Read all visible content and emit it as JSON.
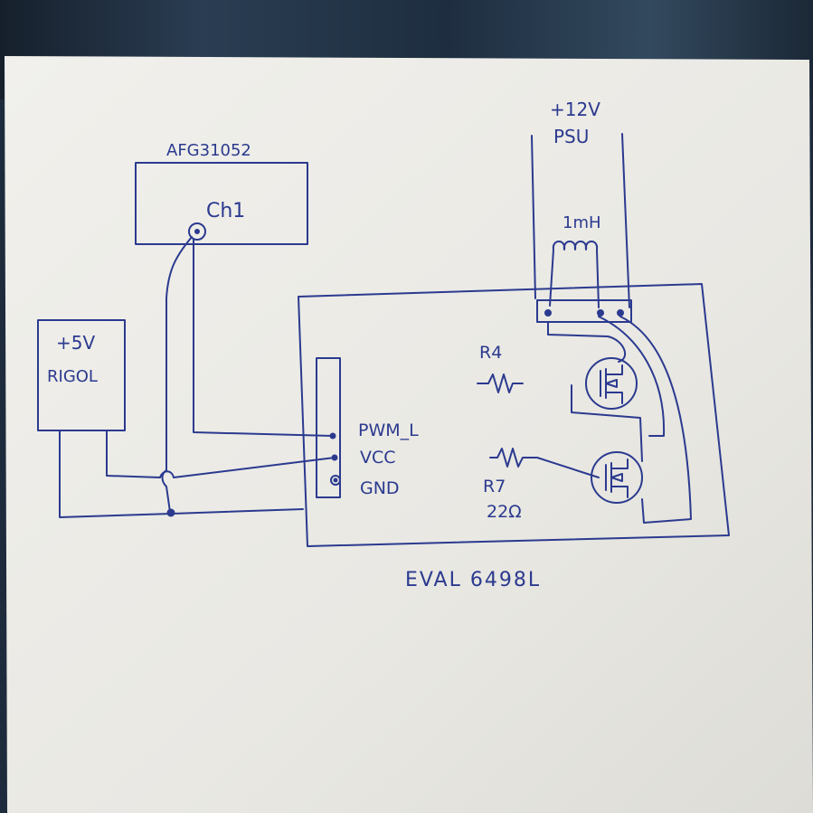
{
  "diagram": {
    "ink_color": "#2b3a8f",
    "paper_color": "#efeeea",
    "labels": {
      "generator": "AFG31052",
      "channel": "Ch1",
      "psu_12v": "+12V",
      "psu_name": "PSU",
      "inductor": "1mH",
      "supply_5v": "+5V",
      "supply_name": "RIGOL",
      "pin_pwm": "PWM_L",
      "pin_vcc": "VCC",
      "pin_gnd": "GND",
      "resistor_r4": "R4",
      "resistor_r7": "R7",
      "resistor_r7_value": "22Ω",
      "board": "EVAL 6498L"
    }
  }
}
